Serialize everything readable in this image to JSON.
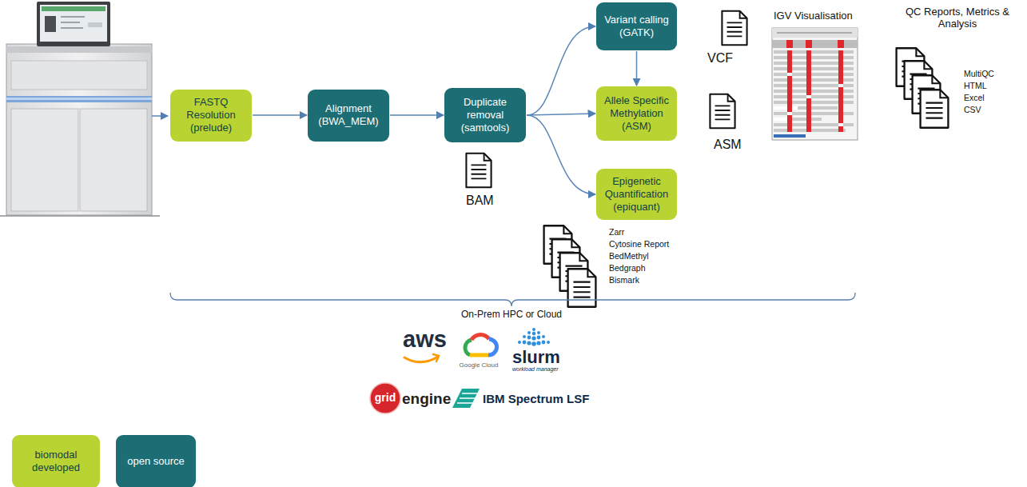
{
  "diagram": {
    "nodes": [
      {
        "text": [
          "FASTQ Resolution (prelude)"
        ]
      },
      {
        "text": [
          "Alignment (BWA_MEM)"
        ]
      },
      {
        "text": [
          "Duplicate removal (samtools)"
        ]
      },
      {
        "text": [
          "Variant calling (GATK)"
        ]
      },
      {
        "text": [
          "Allele Specific Methylation (ASM)"
        ]
      },
      {
        "text": [
          "Epigenetic Quantification (epiquant)"
        ]
      }
    ],
    "edges": [
      {
        "from": 0,
        "to": 1,
        "arrow": "to"
      },
      {
        "from": 1,
        "to": 2,
        "arrow": "to"
      },
      {
        "from": 2,
        "to": 3,
        "arrow": "to"
      },
      {
        "from": 2,
        "to": 4,
        "arrow": "to"
      },
      {
        "from": 2,
        "to": 5,
        "arrow": "to"
      },
      {
        "from": 3,
        "to": 4,
        "arrow": "to"
      }
    ],
    "labels": [
      "BAM",
      "VCF",
      "ASM",
      "Zarr",
      "Cytosine Report",
      "BedMethyl",
      "Bedgraph",
      "Bismark",
      "IGV Visualisation",
      "QC Reports, Metrics & Analysis",
      "MultiQC",
      "HTML",
      "Excel",
      "CSV",
      "On-Prem HPC or Cloud",
      "aws",
      "Google Cloud",
      "slurm",
      "workload manager",
      "grid",
      "engine",
      "IBM Spectrum LSF"
    ],
    "legend": [
      {
        "text": "biomodal developed",
        "color": "#b9d432"
      },
      {
        "text": "open source",
        "color": "#1c6d74"
      }
    ]
  }
}
